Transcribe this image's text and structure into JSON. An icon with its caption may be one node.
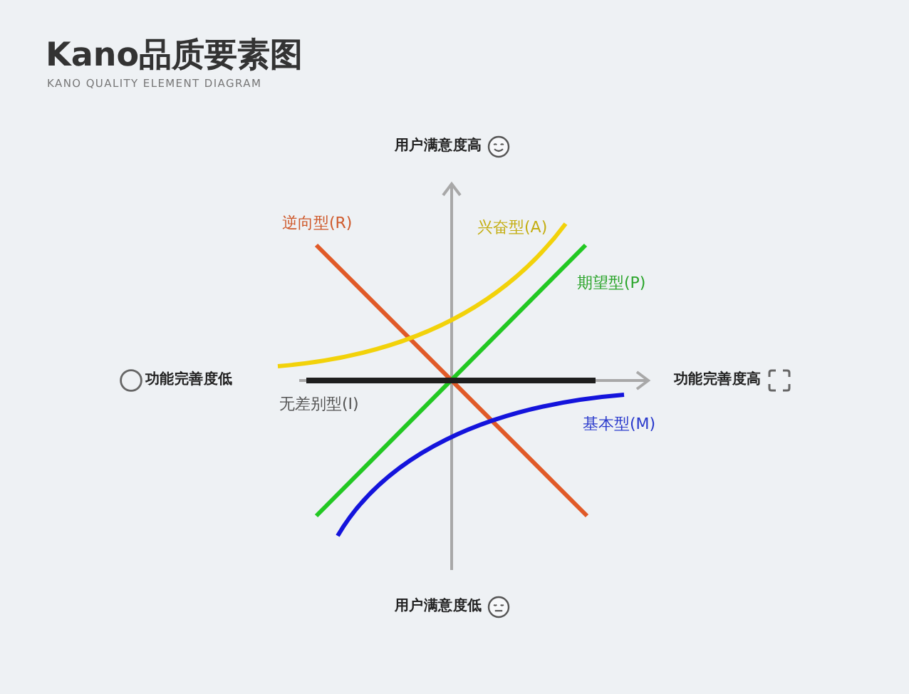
{
  "diagram": {
    "title": "Kano品质要素图",
    "labels": [
      "KANO QUALITY ELEMENT DIAGRAM",
      "用户满意度高",
      "逆向型(R)",
      "兴奋型(A)",
      "期望型(P)",
      "功能完善度低",
      "功能完善度高",
      "无差别型(I)",
      "基本型(M)",
      "用户满意度低"
    ]
  }
}
